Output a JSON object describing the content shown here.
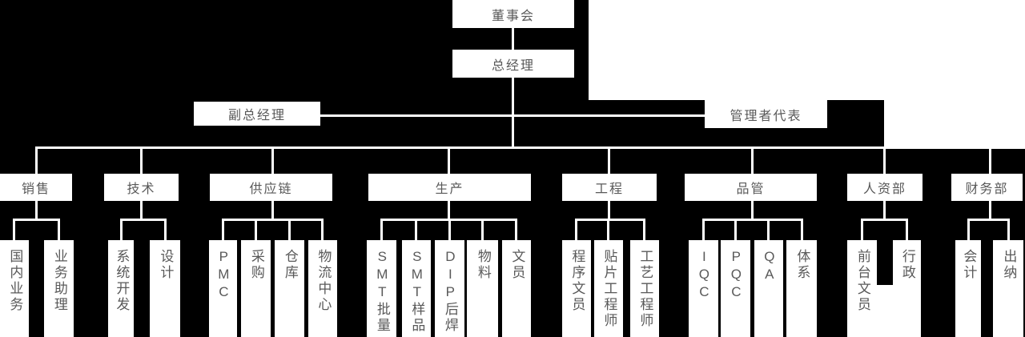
{
  "colors": {
    "background": "#000000",
    "node_background": "#ffffff",
    "node_text": "#595959",
    "connector_line": "#ffffff"
  },
  "org_chart": {
    "type": "org-tree",
    "level1": {
      "label": "董事会"
    },
    "level2": {
      "label": "总经理"
    },
    "staff": [
      {
        "label": "副总经理"
      },
      {
        "label": "管理者代表"
      }
    ],
    "departments": [
      {
        "label": "销售",
        "children": [
          {
            "label": "国内业务"
          },
          {
            "label": "业务助理"
          }
        ]
      },
      {
        "label": "技术",
        "children": [
          {
            "label": "系统开发"
          },
          {
            "label": "设计"
          }
        ]
      },
      {
        "label": "供应链",
        "children": [
          {
            "label": "PMC"
          },
          {
            "label": "采购"
          },
          {
            "label": "仓库"
          },
          {
            "label": "物流中心"
          }
        ]
      },
      {
        "label": "生产",
        "children": [
          {
            "label": "SMT批量"
          },
          {
            "label": "SMT样品"
          },
          {
            "label": "DIP后焊"
          },
          {
            "label": "物料"
          },
          {
            "label": "文员"
          }
        ]
      },
      {
        "label": "工程",
        "children": [
          {
            "label": "程序文员"
          },
          {
            "label": "贴片工程师"
          },
          {
            "label": "工艺工程师"
          }
        ]
      },
      {
        "label": "品管",
        "children": [
          {
            "label": "IQC"
          },
          {
            "label": "PQC"
          },
          {
            "label": "QA"
          },
          {
            "label": "体系"
          }
        ]
      },
      {
        "label": "人资部",
        "children": [
          {
            "label": "前台文员"
          },
          {
            "label": "行政"
          }
        ]
      },
      {
        "label": "财务部",
        "children": [
          {
            "label": "会计"
          },
          {
            "label": "出纳"
          }
        ]
      }
    ]
  }
}
